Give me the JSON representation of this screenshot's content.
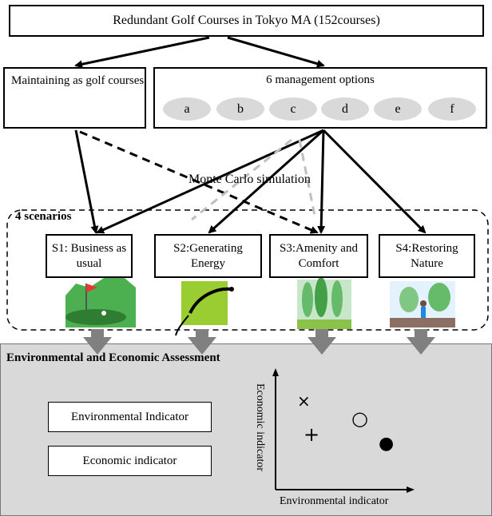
{
  "header": {
    "title": "Redundant Golf Courses in Tokyo MA (152courses)"
  },
  "maintain": {
    "label": "Maintaining as golf courses"
  },
  "options": {
    "title": "6 management options",
    "items": [
      "a",
      "b",
      "c",
      "d",
      "e",
      "f"
    ]
  },
  "simulation": {
    "label": "Monte Carlo simulation"
  },
  "scenarios": {
    "group_label": "4 scenarios",
    "items": [
      {
        "label": "S1: Business as usual"
      },
      {
        "label": "S2:Generating Energy"
      },
      {
        "label": "S3:Amenity and Comfort"
      },
      {
        "label": "S4:Restoring Nature"
      }
    ]
  },
  "assessment": {
    "title": "Environmental and Economic Assessment",
    "indicators": [
      "Environmental Indicator",
      "Economic indicator"
    ],
    "plot": {
      "x_label": "Environmental indicator",
      "y_label": "Economic indicator",
      "markers": [
        "×",
        "+",
        "○",
        "●"
      ]
    }
  },
  "colors": {
    "panel_fill": "#d9d9d9",
    "option_fill": "#d9d9d9",
    "arrow_gray": "#808080",
    "dashed_gray": "#bfbfbf"
  }
}
